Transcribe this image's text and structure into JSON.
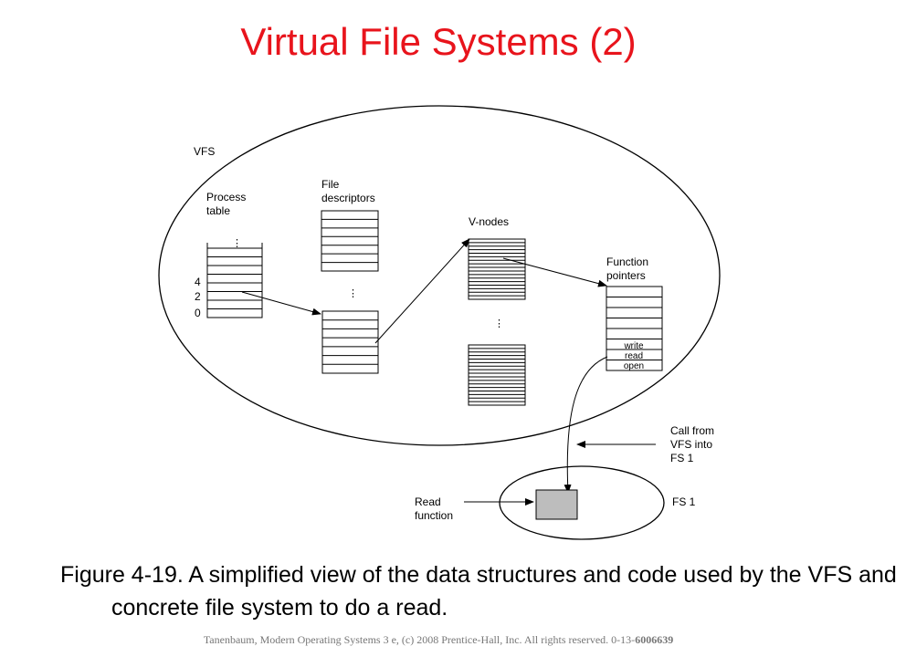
{
  "slide": {
    "title": "Virtual File Systems (2)",
    "caption": "Figure 4-19. A simplified view of the data structures and code used by the VFS and concrete file system to do a read.",
    "footer_text": "Tanenbaum, Modern Operating Systems 3 e, (c) 2008 Prentice-Hall, Inc. All rights reserved. 0-13-",
    "footer_isbn": "6006639"
  },
  "diagram": {
    "vfs_label": "VFS",
    "process_table_label": [
      "Process",
      "table"
    ],
    "file_descriptors_label": [
      "File",
      "descriptors"
    ],
    "vnodes_label": "V-nodes",
    "function_pointers_label": [
      "Function",
      "pointers"
    ],
    "process_table_indices": [
      "4",
      "2",
      "0"
    ],
    "ellipsis": "⋮",
    "fp_entries": [
      "write",
      "read",
      "open"
    ],
    "call_label": [
      "Call from",
      "VFS into",
      "FS 1"
    ],
    "read_function_label": [
      "Read",
      "function"
    ],
    "fs1_label": "FS 1"
  }
}
